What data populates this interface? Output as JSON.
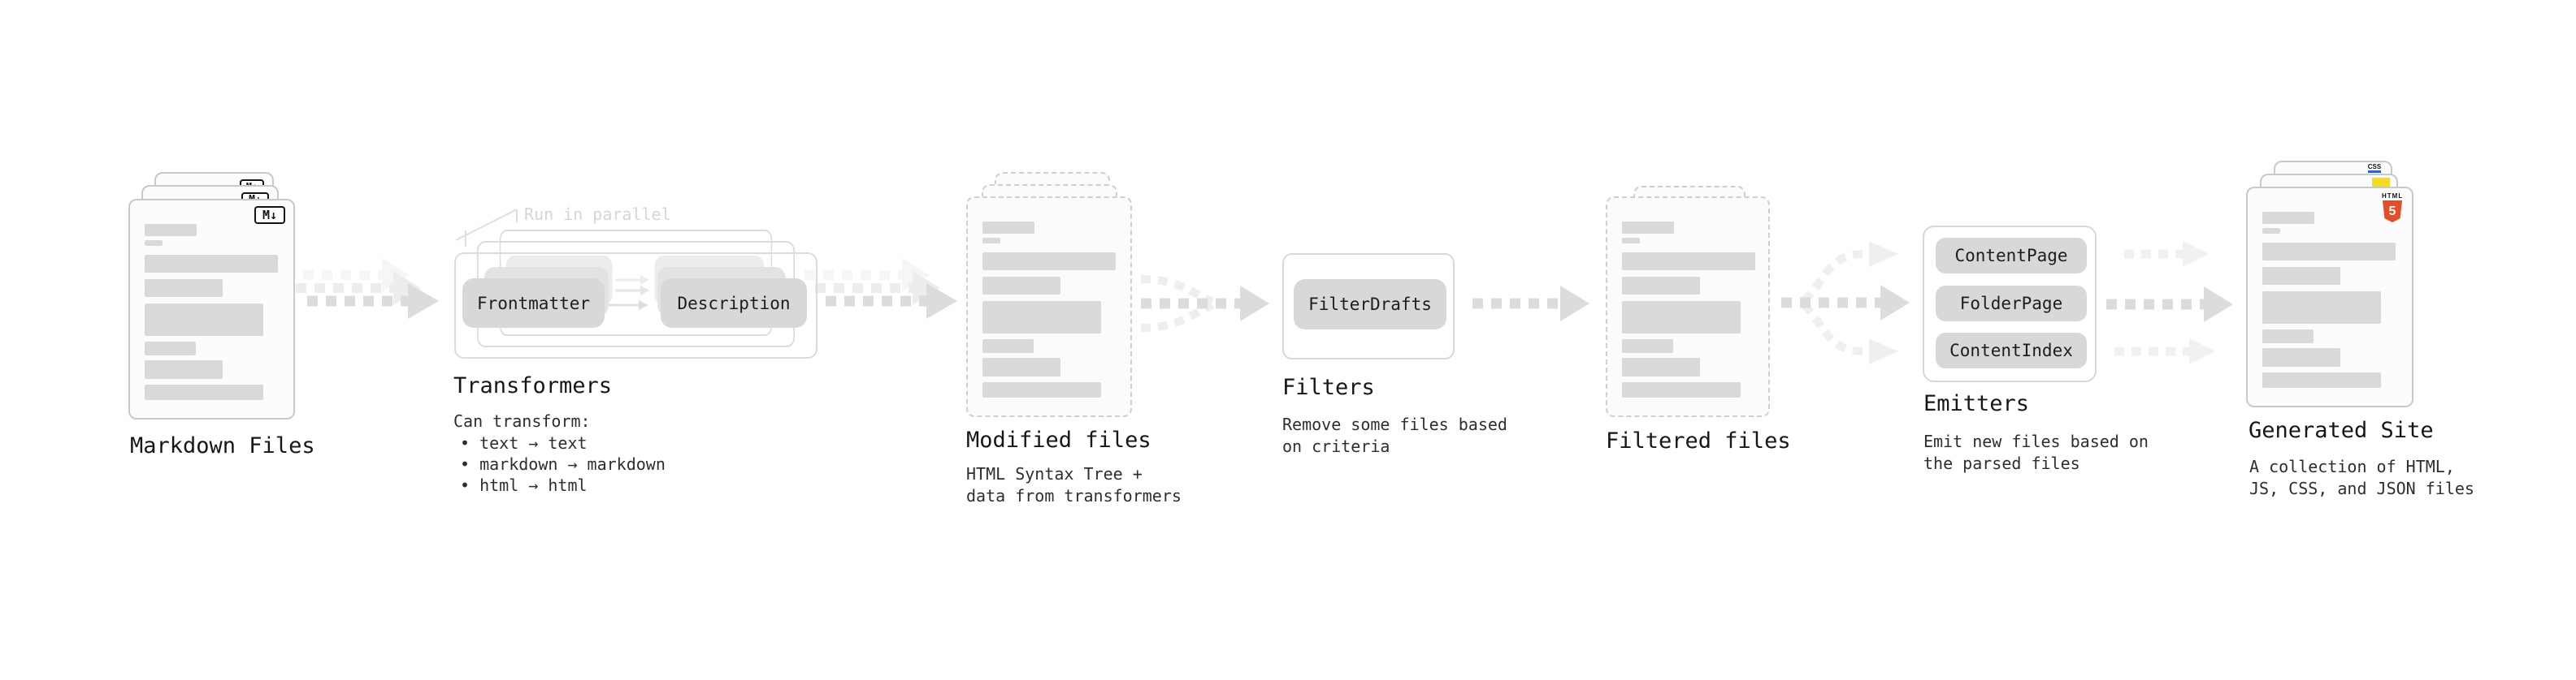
{
  "stations": {
    "markdown": {
      "title": "Markdown Files",
      "badge": "M↓"
    },
    "transformers": {
      "annotation": "Run in parallel",
      "pill_frontmatter": "Frontmatter",
      "pill_description": "Description",
      "title": "Transformers",
      "desc_heading": "Can transform:",
      "bullet_1": "• text → text",
      "bullet_2": "• markdown → markdown",
      "bullet_3": "• html → html"
    },
    "modified": {
      "title": "Modified files",
      "desc_line1": "HTML Syntax Tree +",
      "desc_line2": "data from transformers"
    },
    "filters": {
      "title": "Filters",
      "pill_filterdrafts": "FilterDrafts",
      "desc_line1": "Remove some files based",
      "desc_line2": "on criteria"
    },
    "filtered": {
      "title": "Filtered files"
    },
    "emitters": {
      "title": "Emitters",
      "pill_contentpage": "ContentPage",
      "pill_folderpage": "FolderPage",
      "pill_contentindex": "ContentIndex",
      "desc_line1": "Emit new files based on",
      "desc_line2": "the parsed files"
    },
    "generated": {
      "title": "Generated Site",
      "desc_line1": "A collection of HTML,",
      "desc_line2": "JS, CSS, and JSON files",
      "badge_html_label": "HTML",
      "badge_html_number": "5",
      "badge_css": "CSS"
    }
  },
  "colors": {
    "placeholder_bar": "#d9d9d9",
    "pill_fill": "#d8d8d8",
    "arrow_main": "#dcdcdc",
    "arrow_ghost": "#f0f0f0",
    "html5_orange": "#e44d26",
    "js_yellow": "#f5de19",
    "css_blue": "#2760e5"
  }
}
